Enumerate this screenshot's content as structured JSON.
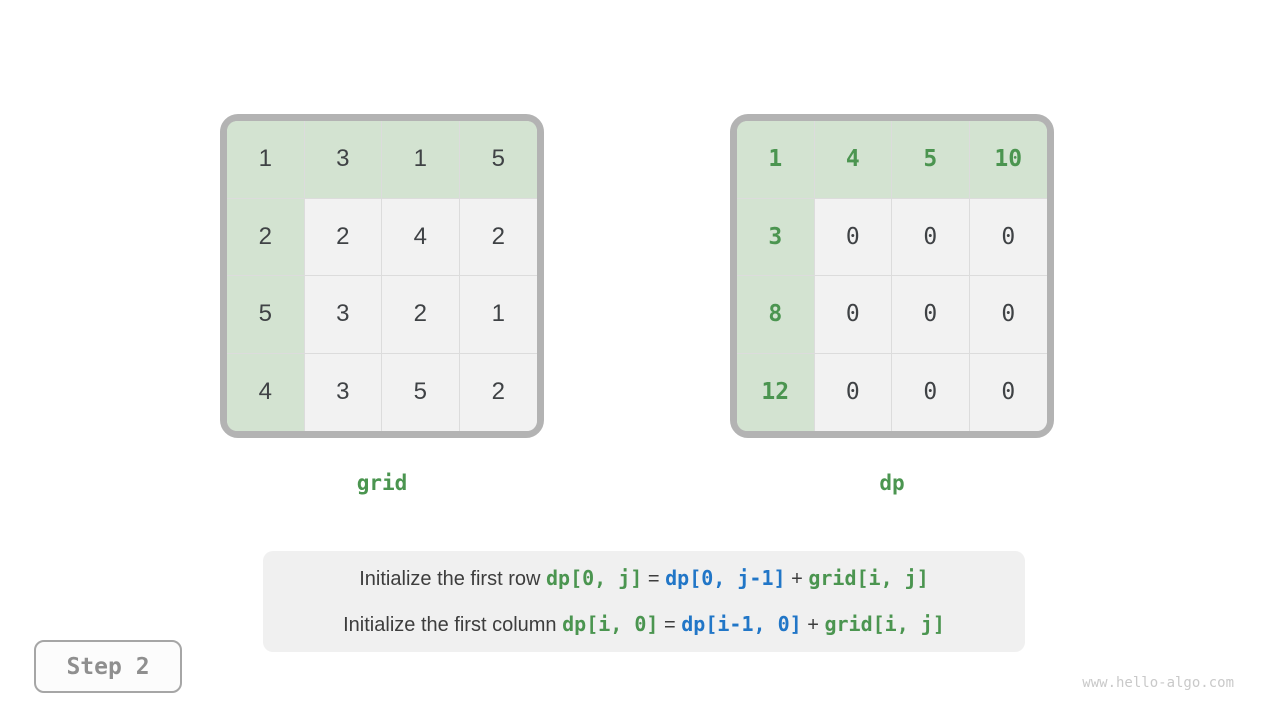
{
  "colors": {
    "page_bg": "#ffffff",
    "frame": "#b3b3b3",
    "cell_green": "#d3e3d1",
    "cell_gray": "#f2f2f2",
    "cell_line": "#dcdcdc",
    "num_dark": "#3f4245",
    "green": "#4b9550",
    "blue": "#2176c7",
    "caption_bg": "#f0f0f0",
    "text_dark": "#3d3d3d",
    "badge_border": "#a6a6a6",
    "badge_bg": "#fcfcfc",
    "badge_text": "#8f8f8f",
    "watermark": "#c9c9c9"
  },
  "grids": [
    {
      "label": "grid",
      "value_font": "sans",
      "highlight_values": false,
      "rows": [
        [
          "1",
          "3",
          "1",
          "5"
        ],
        [
          "2",
          "2",
          "4",
          "2"
        ],
        [
          "5",
          "3",
          "2",
          "1"
        ],
        [
          "4",
          "3",
          "5",
          "2"
        ]
      ]
    },
    {
      "label": "dp",
      "value_font": "mono",
      "highlight_values": true,
      "rows": [
        [
          "1",
          "4",
          "5",
          "10"
        ],
        [
          "3",
          "0",
          "0",
          "0"
        ],
        [
          "8",
          "0",
          "0",
          "0"
        ],
        [
          "12",
          "0",
          "0",
          "0"
        ]
      ]
    }
  ],
  "caption": {
    "lines": [
      {
        "segments": [
          {
            "text": "Initialize the first row ",
            "style": "plain"
          },
          {
            "text": "dp[0, j]",
            "style": "green"
          },
          {
            "text": " = ",
            "style": "plain"
          },
          {
            "text": "dp[0, j-1]",
            "style": "blue"
          },
          {
            "text": " + ",
            "style": "plain"
          },
          {
            "text": "grid[i, j]",
            "style": "green"
          }
        ]
      },
      {
        "segments": [
          {
            "text": "Initialize the first column ",
            "style": "plain"
          },
          {
            "text": "dp[i, 0]",
            "style": "green"
          },
          {
            "text": " = ",
            "style": "plain"
          },
          {
            "text": "dp[i-1, 0]",
            "style": "blue"
          },
          {
            "text": " + ",
            "style": "plain"
          },
          {
            "text": "grid[i, j]",
            "style": "green"
          }
        ]
      }
    ]
  },
  "step_badge": {
    "label": "Step 2"
  },
  "watermark": {
    "text": "www.hello-algo.com"
  }
}
